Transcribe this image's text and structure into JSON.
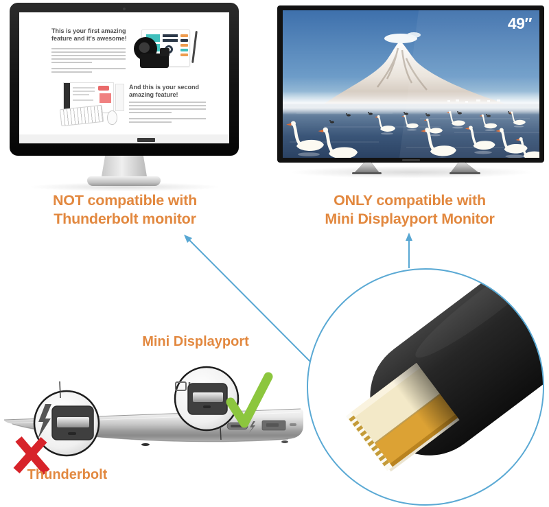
{
  "colors": {
    "accent_orange": "#E2883F",
    "annotation_blue": "#58A7D3",
    "check_green": "#8CC63E",
    "cross_red": "#D7232A",
    "connector_black": "#262626",
    "plug_gold": "#DCA234"
  },
  "thunderbolt_monitor": {
    "caption_line1": "NOT compatible with",
    "caption_line2": "Thunderbolt monitor",
    "screen": {
      "feature1_heading": "This is your first amazing feature and it's awesome!",
      "feature2_heading": "And this is your second amazing feature!"
    }
  },
  "tv": {
    "size_badge": "49″",
    "caption_line1": "ONLY compatible with",
    "caption_line2": "Mini Displayport Monitor"
  },
  "laptop": {
    "mini_displayport_label": "Mini Displayport",
    "thunderbolt_label": "Thunderbolt"
  },
  "icons": {
    "thunderbolt_port_icon": "lightning-bolt",
    "mini_displayport_port_icon": "display-outline",
    "compatible_icon": "green-check",
    "incompatible_icon": "red-cross",
    "annotation_arrow_icon": "blue-arrow"
  }
}
